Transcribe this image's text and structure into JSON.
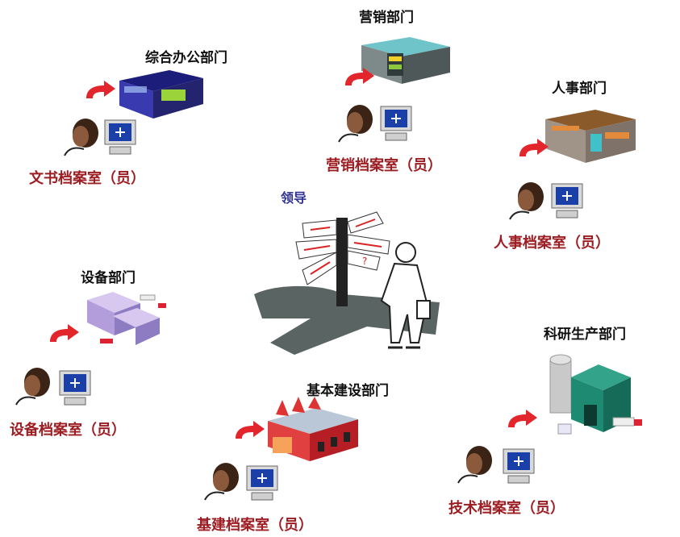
{
  "leader": {
    "label": "领导"
  },
  "units": [
    {
      "department": "综合办公部门",
      "archive": "文书档案室（员）",
      "building": "office-building-icon"
    },
    {
      "department": "营销部门",
      "archive": "营销档案室（员）",
      "building": "store-building-icon"
    },
    {
      "department": "人事部门",
      "archive": "人事档案室（员）",
      "building": "office-building-icon"
    },
    {
      "department": "设备部门",
      "archive": "设备档案室（员）",
      "building": "server-rack-icon"
    },
    {
      "department": "基本建设部门",
      "archive": "基建档案室（员）",
      "building": "factory-icon"
    },
    {
      "department": "科研生产部门",
      "archive": "技术档案室（员）",
      "building": "plant-silo-icon"
    }
  ]
}
